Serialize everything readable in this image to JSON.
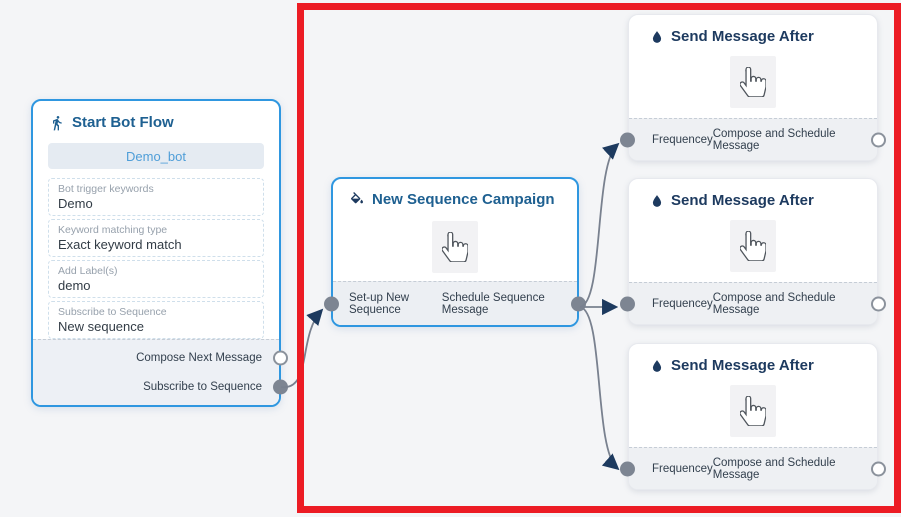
{
  "canvas": {
    "background": "#f4f5f7"
  },
  "highlight": {
    "color": "#ec1c24"
  },
  "colors": {
    "node_border_active": "#2f97e0",
    "title_blue": "#1e6091",
    "title_navy": "#1d3a5f",
    "edge": "#79818f",
    "port_filled": "#7d8592"
  },
  "nodes": {
    "start": {
      "icon": "walking-person-icon",
      "title": "Start Bot Flow",
      "button": "Demo_bot",
      "fields": [
        {
          "label": "Bot trigger keywords",
          "value": "Demo"
        },
        {
          "label": "Keyword matching type",
          "value": "Exact keyword match"
        },
        {
          "label": "Add Label(s)",
          "value": "demo"
        },
        {
          "label": "Subscribe to Sequence",
          "value": "New sequence"
        }
      ],
      "outputs": [
        {
          "label": "Compose Next Message",
          "connected": false
        },
        {
          "label": "Subscribe to Sequence",
          "connected": true
        }
      ]
    },
    "sequence": {
      "icon": "paint-bucket-icon",
      "title": "New Sequence Campaign",
      "input_label": "Set-up New Sequence",
      "output_label": "Schedule Sequence Message"
    },
    "send": [
      {
        "icon": "water-drop-icon",
        "title": "Send Message After",
        "input_label": "Frequencey",
        "output_label": "Compose and Schedule Message"
      },
      {
        "icon": "water-drop-icon",
        "title": "Send Message After",
        "input_label": "Frequencey",
        "output_label": "Compose and Schedule Message"
      },
      {
        "icon": "water-drop-icon",
        "title": "Send Message After",
        "input_label": "Frequencey",
        "output_label": "Compose and Schedule Message"
      }
    ]
  }
}
